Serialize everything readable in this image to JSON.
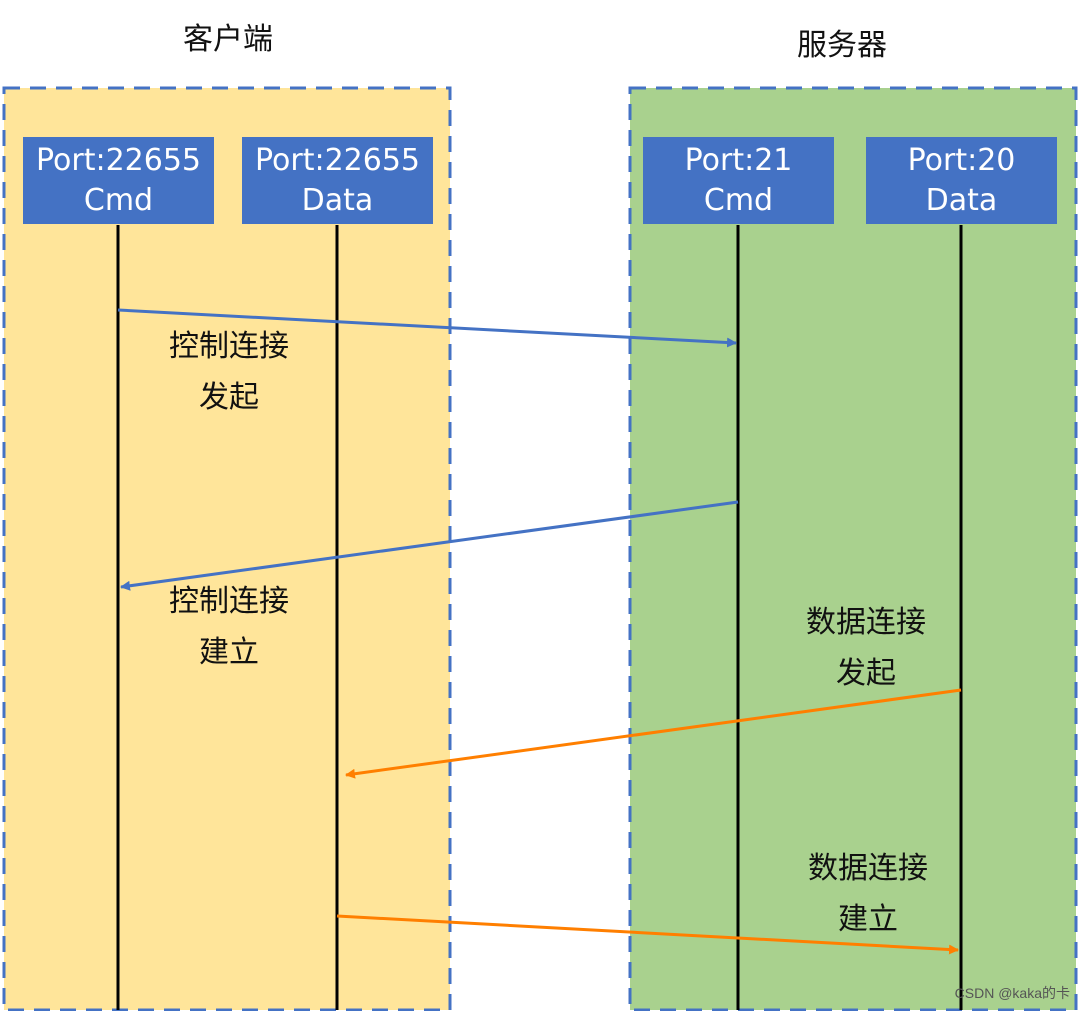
{
  "client": {
    "title": "客户端",
    "ports": [
      {
        "port": "Port:22655",
        "role": "Cmd"
      },
      {
        "port": "Port:22655",
        "role": "Data"
      }
    ]
  },
  "server": {
    "title": "服务器",
    "ports": [
      {
        "port": "Port:21",
        "role": "Cmd"
      },
      {
        "port": "Port:20",
        "role": "Data"
      }
    ]
  },
  "messages": [
    {
      "line1": "控制连接",
      "line2": "发起",
      "color": "#4472c4"
    },
    {
      "line1": "控制连接",
      "line2": "建立",
      "color": "#4472c4"
    },
    {
      "line1": "数据连接",
      "line2": "发起",
      "color": "#ff7f00"
    },
    {
      "line1": "数据连接",
      "line2": "建立",
      "color": "#ff7f00"
    }
  ],
  "colors": {
    "client_panel": "#ffe59a",
    "server_panel": "#a9d18e",
    "panel_border": "#4472c4",
    "port_box": "#4472c4"
  },
  "watermark": "CSDN @kaka的卡"
}
